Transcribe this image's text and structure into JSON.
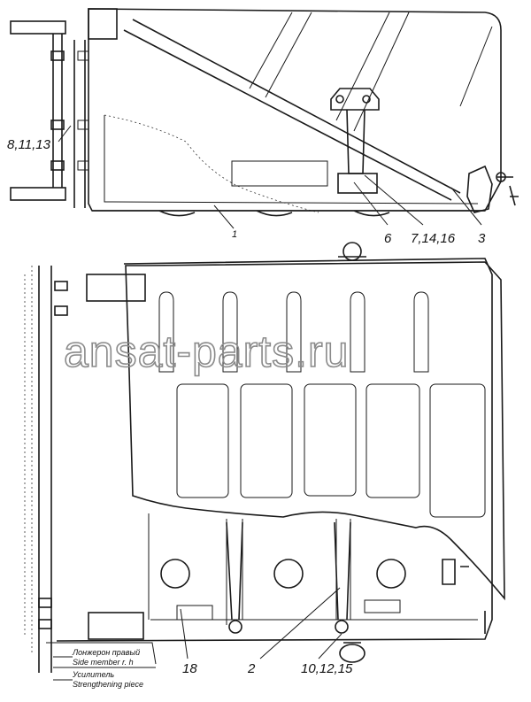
{
  "callouts": {
    "c_8_11_13": "8,11,13",
    "c_1": "1",
    "c_6": "6",
    "c_7_14_16": "7,14,16",
    "c_3": "3",
    "c_18": "18",
    "c_2": "2",
    "c_10_12_15": "10,12,15"
  },
  "legend": {
    "side_member_ru": "Лонжерон правый",
    "side_member_en": "Side member r. h",
    "strengthening_ru": "Усилитель",
    "strengthening_en": "Strengthening piece"
  },
  "watermark": "ansat-parts.ru"
}
